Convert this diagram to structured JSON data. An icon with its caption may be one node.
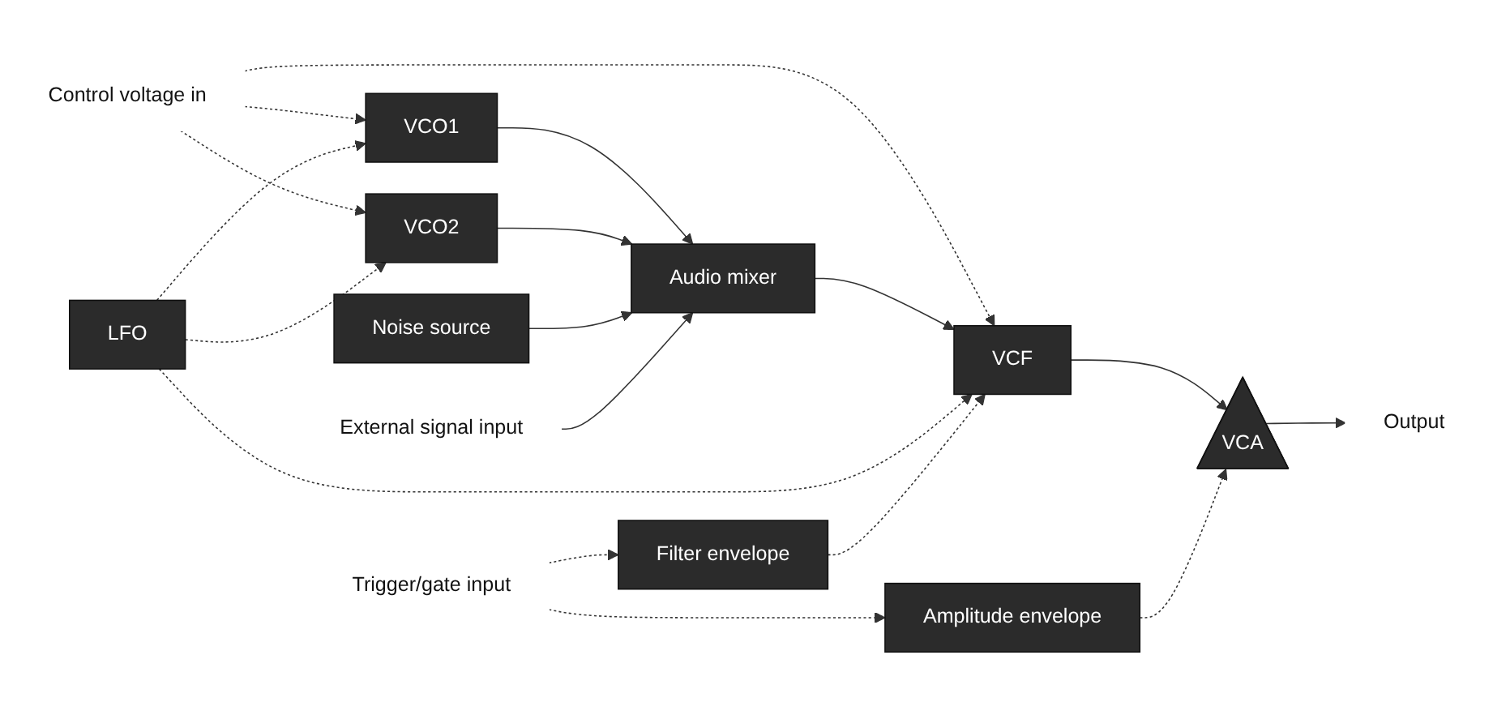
{
  "diagram": {
    "nodes": [
      {
        "text": [
          "Control voltage in"
        ]
      },
      {
        "text": [
          "VCO1"
        ]
      },
      {
        "text": [
          "VCO2"
        ]
      },
      {
        "text": [
          "Noise source"
        ]
      },
      {
        "text": [
          "Audio mixer"
        ]
      },
      {
        "text": [
          "LFO"
        ]
      },
      {
        "text": [
          "VCF"
        ]
      },
      {
        "text": [
          "VCA"
        ]
      },
      {
        "text": [
          "Filter envelope"
        ]
      },
      {
        "text": [
          "Amplitude envelope"
        ]
      },
      {
        "text": [
          "Output"
        ]
      },
      {
        "text": [
          "External signal input"
        ]
      },
      {
        "text": [
          "Trigger/gate input"
        ]
      }
    ],
    "edges": [
      {
        "from": 0,
        "to": 1,
        "arrow": "to",
        "style": "dashed"
      },
      {
        "from": 0,
        "to": 2,
        "arrow": "to",
        "style": "dashed"
      },
      {
        "from": 0,
        "to": 6,
        "arrow": "to",
        "style": "dashed"
      },
      {
        "from": 1,
        "to": 4,
        "arrow": "to"
      },
      {
        "from": 2,
        "to": 4,
        "arrow": "to"
      },
      {
        "from": 3,
        "to": 4,
        "arrow": "to"
      },
      {
        "from": 11,
        "to": 4,
        "arrow": "to"
      },
      {
        "from": 4,
        "to": 6,
        "arrow": "to"
      },
      {
        "from": 5,
        "to": 1,
        "arrow": "to",
        "style": "dashed"
      },
      {
        "from": 5,
        "to": 2,
        "arrow": "to",
        "style": "dashed"
      },
      {
        "from": 5,
        "to": 6,
        "arrow": "to",
        "style": "dashed"
      },
      {
        "from": 8,
        "to": 6,
        "arrow": "to",
        "style": "dashed"
      },
      {
        "from": 6,
        "to": 7,
        "arrow": "to"
      },
      {
        "from": 9,
        "to": 7,
        "arrow": "to",
        "style": "dashed"
      },
      {
        "from": 7,
        "to": 10,
        "arrow": "to"
      },
      {
        "from": 12,
        "to": 8,
        "arrow": "to",
        "style": "dashed"
      },
      {
        "from": 12,
        "to": 9,
        "arrow": "to",
        "style": "dashed"
      }
    ]
  }
}
